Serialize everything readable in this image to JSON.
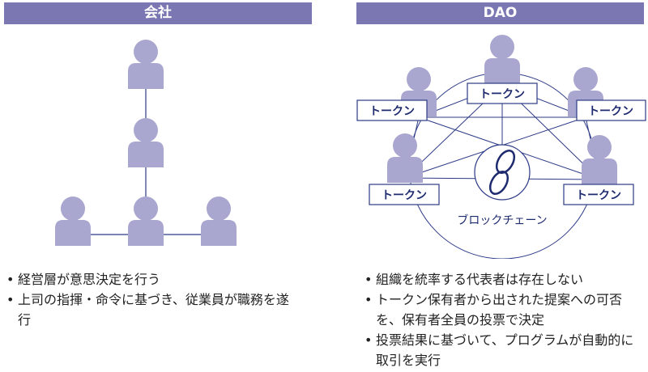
{
  "company": {
    "title": "会社",
    "bullets": [
      "経営層が意思決定を行う",
      "上司の指揮・命令に基づき、従業員が職務を遂行"
    ]
  },
  "dao": {
    "title": "DAO",
    "token_label": "トークン",
    "blockchain_label": "ブロックチェーン",
    "bullets": [
      "組織を統率する代表者は存在しない",
      "トークン保有者から出された提案への可否を、保有者全員の投票で決定",
      "投票結果に基づいて、プログラムが自動的に取引を実行"
    ]
  },
  "colors": {
    "header": "#7b77b3",
    "person": "#a9a6d0",
    "line": "#2c3a86"
  }
}
